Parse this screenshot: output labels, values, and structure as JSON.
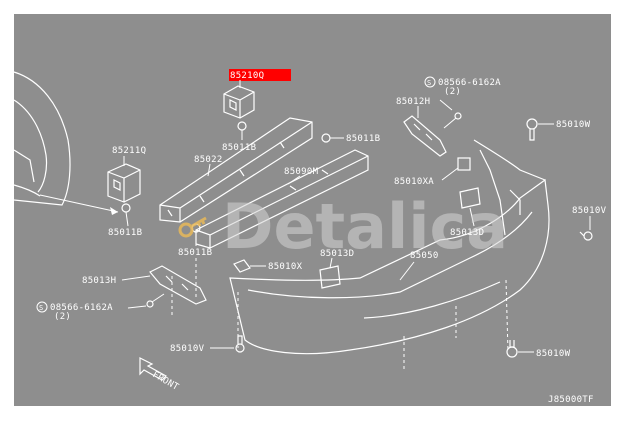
{
  "diagram": {
    "background_color": "#8e8e8e",
    "line_color": "#ffffff",
    "highlight_color": "#ff0000",
    "watermark": "Detalica",
    "drawing_code": "J85000TF",
    "front_label": "FRONT",
    "parts": {
      "p85210Q": "85210Q",
      "p85012H": "85012H",
      "p08566_6162A_top": "08566-6162A",
      "p08566_6162A_top_qty": "(2)",
      "p85010W_top": "85010W",
      "p85211Q": "85211Q",
      "p85011B_top": "85011B",
      "p85011B_mid": "85011B",
      "p85022": "85022",
      "p85090M": "85090M",
      "p85010XA": "85010XA",
      "p85010V_right": "85010V",
      "p85011B_left": "85011B",
      "p85011B_bottom": "85011B",
      "p85013D_right": "85013D",
      "p85013D_center": "85013D",
      "p85050": "85050",
      "p85010X": "85010X",
      "p85013H": "85013H",
      "p08566_6162A_left": "08566-6162A",
      "p08566_6162A_left_qty": "(2)",
      "p85010V_bottom": "85010V",
      "p85010W_bottom": "85010W"
    }
  }
}
